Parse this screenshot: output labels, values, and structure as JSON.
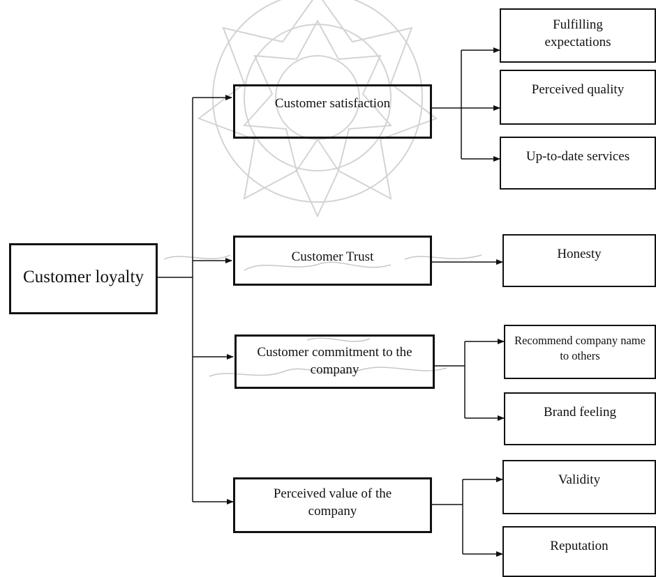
{
  "root": {
    "label": "Customer loyalty"
  },
  "dimensions": [
    {
      "label": "Customer satisfaction",
      "indicators": [
        "Fulfilling expectations",
        "Perceived quality",
        "Up-to-date services"
      ]
    },
    {
      "label": "Customer Trust",
      "indicators": [
        "Honesty"
      ]
    },
    {
      "label": "Customer commitment to the company",
      "indicators": [
        "Recommend company name to others",
        "Brand feeling"
      ]
    },
    {
      "label": "Perceived value of the company",
      "indicators": [
        "Validity",
        "Reputation"
      ]
    }
  ],
  "colors": {
    "ink": "#111111",
    "watermark": "#b0b0b0",
    "background": "#ffffff"
  }
}
